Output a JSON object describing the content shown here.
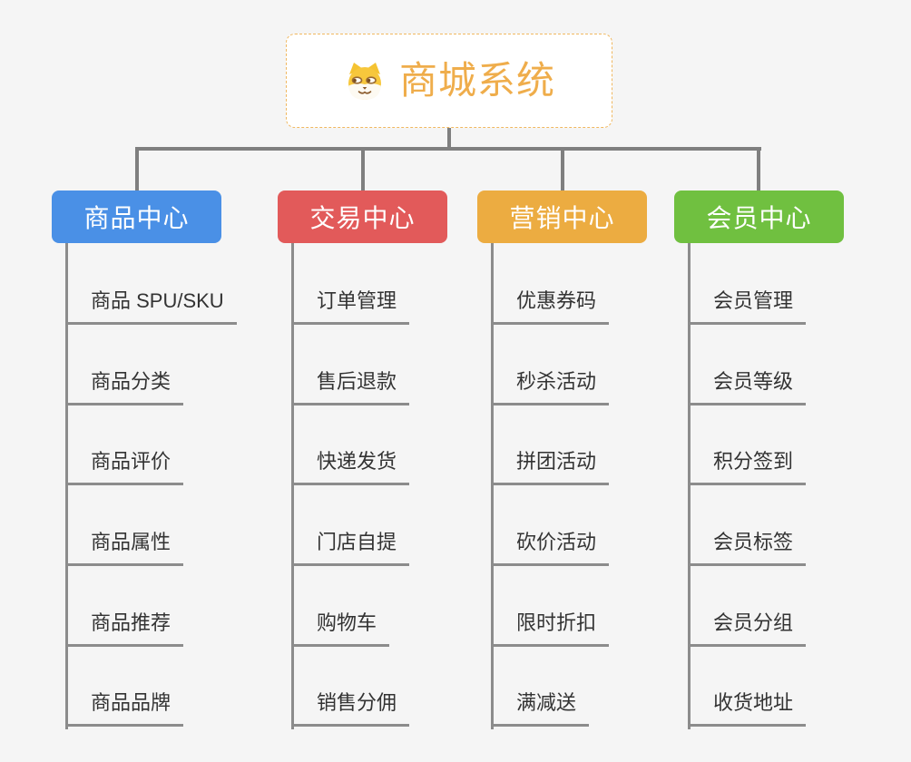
{
  "root": {
    "title": "商城系统",
    "icon": "doge-icon"
  },
  "colors": {
    "background": "#f5f5f5",
    "connector": "#7f7f7f",
    "leaf_line": "#8c8c8c",
    "leaf_text": "#333333",
    "root_text": "#efad4b",
    "root_border": "#f0b860",
    "root_background": "#ffffff"
  },
  "branches": [
    {
      "label": "商品中心",
      "color": "#4a90e6",
      "items": [
        "商品 SPU/SKU",
        "商品分类",
        "商品评价",
        "商品属性",
        "商品推荐",
        "商品品牌"
      ]
    },
    {
      "label": "交易中心",
      "color": "#e25a5a",
      "items": [
        "订单管理",
        "售后退款",
        "快递发货",
        "门店自提",
        "购物车",
        "销售分佣"
      ]
    },
    {
      "label": "营销中心",
      "color": "#ecac41",
      "items": [
        "优惠券码",
        "秒杀活动",
        "拼团活动",
        "砍价活动",
        "限时折扣",
        "满减送"
      ]
    },
    {
      "label": "会员中心",
      "color": "#70c040",
      "items": [
        "会员管理",
        "会员等级",
        "积分签到",
        "会员标签",
        "会员分组",
        "收货地址"
      ]
    }
  ]
}
